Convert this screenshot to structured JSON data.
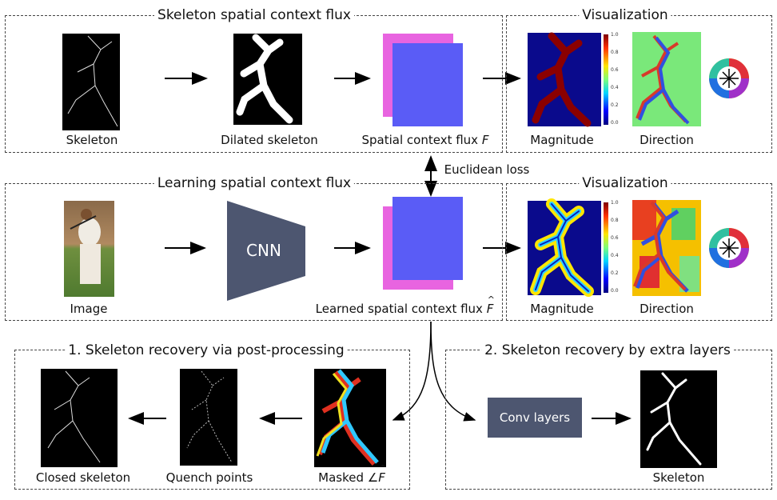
{
  "top": {
    "title": "Skeleton spatial context flux",
    "labels": {
      "skeleton": "Skeleton",
      "dilated": "Dilated skeleton",
      "flux": "Spatial context flux",
      "flux_symbol": "F"
    }
  },
  "vis_top": {
    "title": "Visualization",
    "magnitude": "Magnitude",
    "direction": "Direction"
  },
  "loss": "Euclidean loss",
  "middle": {
    "title": "Learning spatial context flux",
    "image_label": "Image",
    "cnn": "CNN",
    "learned": "Learned spatial context flux",
    "learned_symbol": "F"
  },
  "vis_mid": {
    "title": "Visualization",
    "magnitude": "Magnitude",
    "direction": "Direction"
  },
  "colorbar_ticks": [
    "1.0",
    "0.8",
    "0.6",
    "0.4",
    "0.2",
    "0.0"
  ],
  "post": {
    "title": "1. Skeleton recovery via post-processing",
    "closed": "Closed skeleton",
    "quench": "Quench points",
    "masked": "Masked ∠",
    "masked_symbol": "F"
  },
  "extra": {
    "title": "2. Skeleton recovery by extra layers",
    "conv": "Conv layers",
    "skeleton": "Skeleton"
  },
  "colors": {
    "flux_front": "#5a5cf6",
    "flux_back": "#e864e0",
    "cnn": "#4d5670",
    "magnitude_bg": "#0a0a8c",
    "direction_bg": "#7ae87a"
  }
}
